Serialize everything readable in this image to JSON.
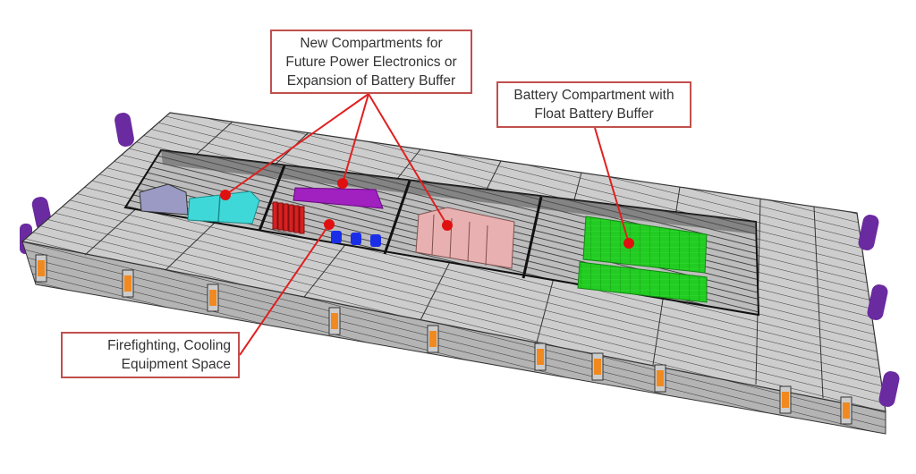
{
  "figure": {
    "subject": "Barge with battery and equipment compartments (3D model)",
    "callouts": [
      {
        "id": "new-compartments",
        "lines": [
          "New Compartments for",
          "Future Power Electronics or",
          "Expansion of Battery Buffer"
        ]
      },
      {
        "id": "battery-compartment",
        "lines": [
          "Battery Compartment with",
          "Float Battery Buffer"
        ]
      },
      {
        "id": "firefighting",
        "lines": [
          "Firefighting, Cooling",
          "Equipment Space"
        ]
      }
    ],
    "components": [
      {
        "name": "grey-equipment-block",
        "color": "#8f8fb8"
      },
      {
        "name": "cyan-modules",
        "color": "#3fd8d8"
      },
      {
        "name": "purple-modules",
        "color": "#a020c0"
      },
      {
        "name": "red-cylinders",
        "color": "#d82020"
      },
      {
        "name": "blue-pumps",
        "color": "#1a2ee8"
      },
      {
        "name": "pink-battery-racks",
        "color": "#e8b0b0"
      },
      {
        "name": "green-battery-buffer",
        "color": "#22d022"
      }
    ],
    "colors": {
      "deck": "#c8c8c8",
      "hull_side": "#b0b0b0",
      "callout_border": "#c0504d",
      "leader_line": "#e02020",
      "fender": "#6a2aa0",
      "bollard_accent": "#f08a20"
    }
  }
}
